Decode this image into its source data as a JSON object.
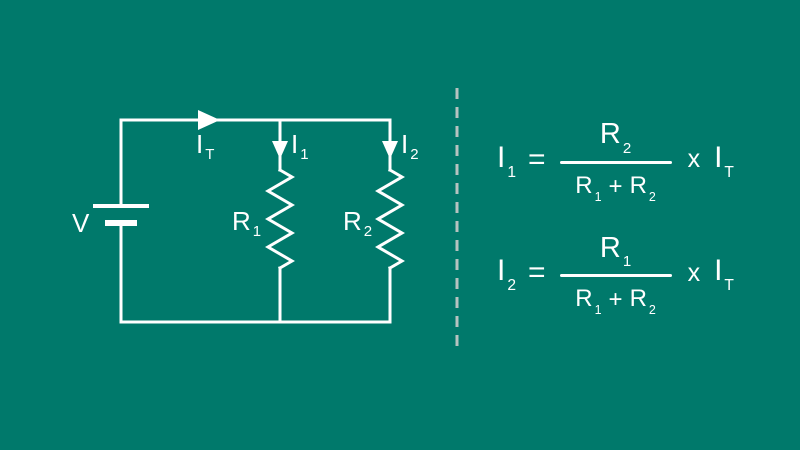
{
  "colors": {
    "background": "#00796B",
    "line": "#ffffff",
    "divider": "#b6c3c0"
  },
  "circuit": {
    "v_label": "V",
    "it": {
      "main": "I",
      "sub": "T"
    },
    "i1": {
      "main": "I",
      "sub": "1"
    },
    "i2": {
      "main": "I",
      "sub": "2"
    },
    "r1": {
      "main": "R",
      "sub": "1"
    },
    "r2": {
      "main": "R",
      "sub": "2"
    }
  },
  "formulas": [
    {
      "lhs": {
        "main": "I",
        "sub": "1"
      },
      "equals": "=",
      "numerator": {
        "main": "R",
        "sub": "2"
      },
      "den_left": {
        "main": "R",
        "sub": "1"
      },
      "plus": "+",
      "den_right": {
        "main": "R",
        "sub": "2"
      },
      "times": "x",
      "rhs": {
        "main": "I",
        "sub": "T"
      }
    },
    {
      "lhs": {
        "main": "I",
        "sub": "2"
      },
      "equals": "=",
      "numerator": {
        "main": "R",
        "sub": "1"
      },
      "den_left": {
        "main": "R",
        "sub": "1"
      },
      "plus": "+",
      "den_right": {
        "main": "R",
        "sub": "2"
      },
      "times": "x",
      "rhs": {
        "main": "I",
        "sub": "T"
      }
    }
  ]
}
